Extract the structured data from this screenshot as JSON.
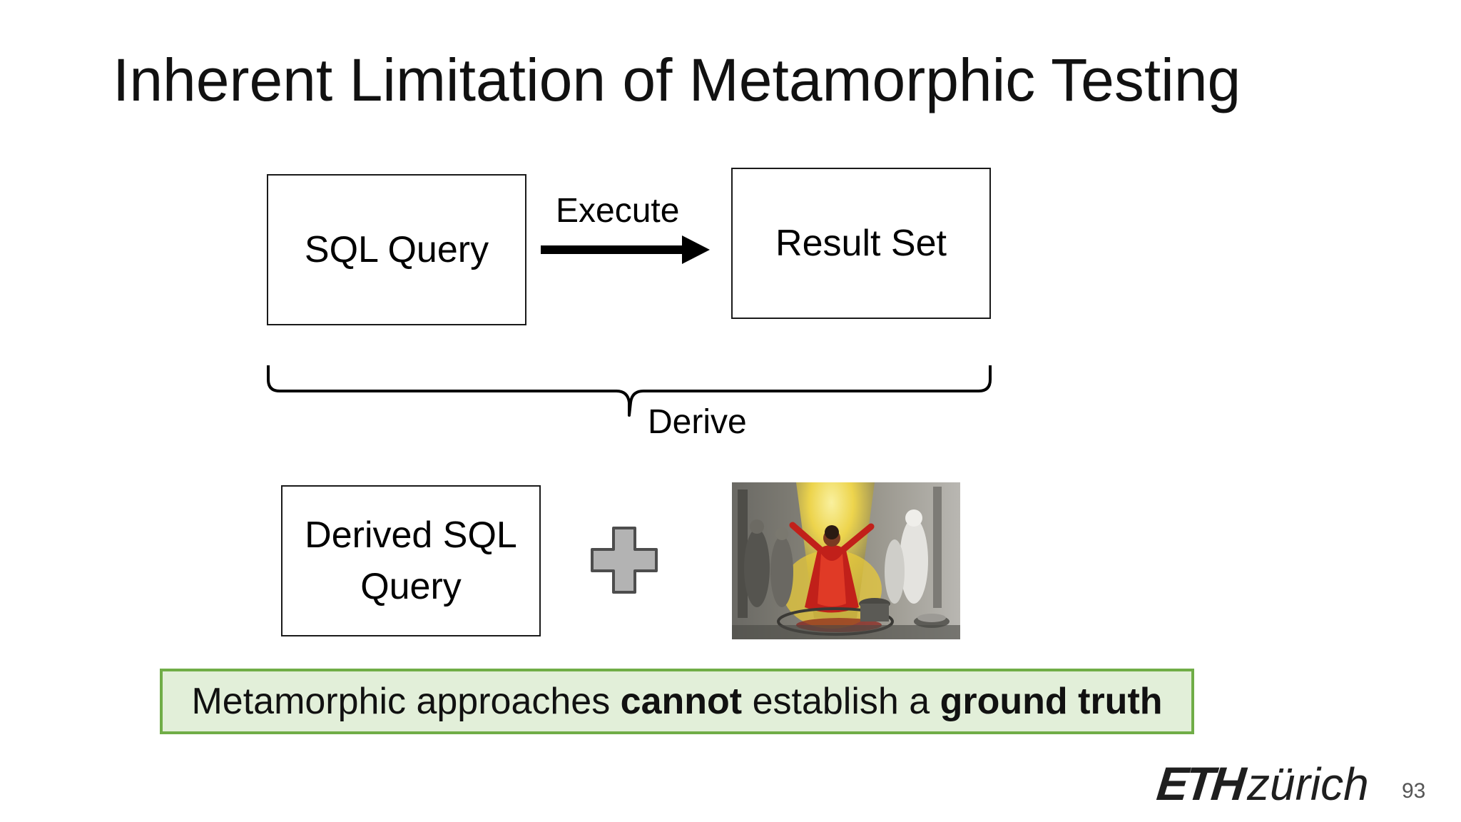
{
  "slide": {
    "title": "Inherent Limitation of Metamorphic Testing",
    "page_number": "93"
  },
  "diagram": {
    "sql_query": "SQL Query",
    "execute_label": "Execute",
    "result_set": "Result Set",
    "derive_label": "Derive",
    "derived_query_line1": "Derived SQL",
    "derived_query_line2": "Query",
    "plus_icon": "plus-icon",
    "image_icon": "prophet-in-light-illustration"
  },
  "callout": {
    "part1": "Metamorphic approaches ",
    "bold1": "cannot",
    "part2": " establish a ",
    "bold2": "ground truth",
    "border_color": "#70ad47",
    "fill_color": "#e2efd9"
  },
  "logo": {
    "eth": "ETH",
    "zurich": "zürich"
  }
}
